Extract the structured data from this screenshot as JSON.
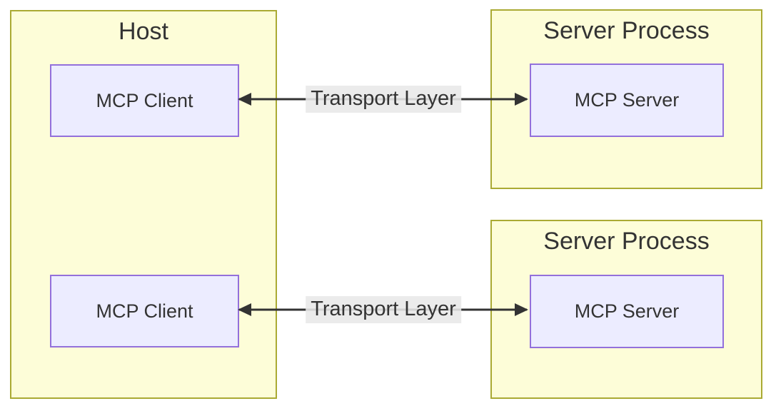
{
  "colors": {
    "cluster_fill": "#fdfdd8",
    "cluster_border": "#aaaa33",
    "node_fill": "#ececff",
    "node_border": "#9370db",
    "edge_color": "#333333",
    "text_color": "#333333",
    "edge_label_bg": "#e8e8e8"
  },
  "host": {
    "label": "Host",
    "clients": [
      {
        "label": "MCP Client"
      },
      {
        "label": "MCP Client"
      }
    ]
  },
  "server_processes": [
    {
      "label": "Server Process",
      "server": {
        "label": "MCP Server"
      }
    },
    {
      "label": "Server Process",
      "server": {
        "label": "MCP Server"
      }
    }
  ],
  "edges": [
    {
      "label": "Transport Layer",
      "from": "MCP Client",
      "to": "MCP Server",
      "direction": "bidirectional"
    },
    {
      "label": "Transport Layer",
      "from": "MCP Client",
      "to": "MCP Server",
      "direction": "bidirectional"
    }
  ]
}
